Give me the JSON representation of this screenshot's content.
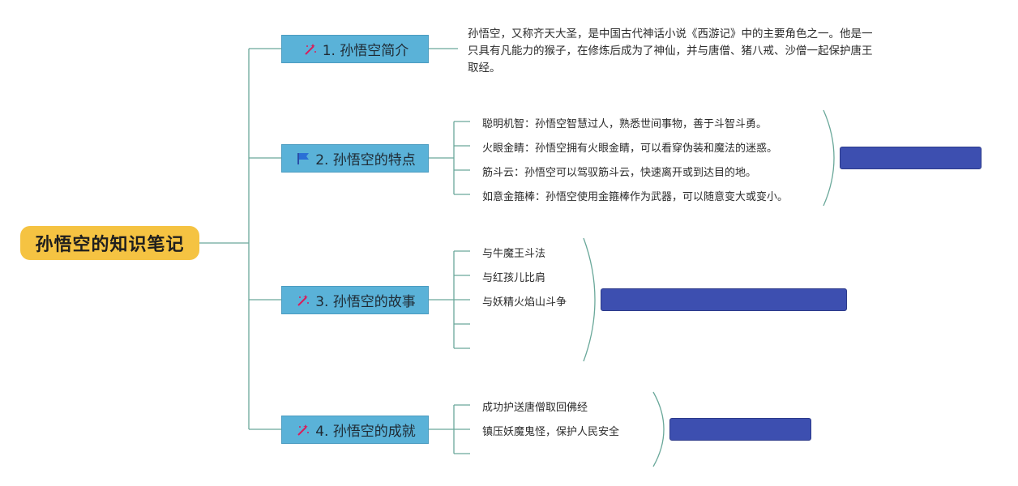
{
  "root": {
    "title": "孙悟空的知识笔记"
  },
  "branches": [
    {
      "label": "1. 孙悟空简介",
      "icon": "magic-wand-icon"
    },
    {
      "label": "2. 孙悟空的特点",
      "icon": "flag-icon"
    },
    {
      "label": "3. 孙悟空的故事",
      "icon": "magic-wand-icon"
    },
    {
      "label": "4. 孙悟空的成就",
      "icon": "magic-wand-icon"
    }
  ],
  "intro": {
    "text": "孙悟空，又称齐天大圣，是中国古代神话小说《西游记》中的主要角色之一。他是一只具有凡能力的猴子，在修炼后成为了神仙，并与唐僧、猪八戒、沙僧一起保护唐王取经。"
  },
  "traits": [
    "聪明机智：孙悟空智慧过人，熟悉世间事物，善于斗智斗勇。",
    "火眼金睛：孙悟空拥有火眼金睛，可以看穿伪装和魔法的迷惑。",
    "筋斗云：孙悟空可以驾驭筋斗云，快速离开或到达目的地。",
    "如意金箍棒：孙悟空使用金箍棒作为武器，可以随意变大或变小。"
  ],
  "stories": [
    "与牛魔王斗法",
    "与红孩儿比肩",
    "与妖精火焰山斗争",
    "",
    ""
  ],
  "achievements": [
    "成功护送唐僧取回佛经",
    "镇压妖魔鬼怪，保护人民安全",
    ""
  ],
  "colors": {
    "root_bg": "#f5c342",
    "branch_bg": "#5ab2d8",
    "summary_bg": "#3d4fb0",
    "line": "#6aa89a",
    "icon_accent": "#d81e5b"
  }
}
